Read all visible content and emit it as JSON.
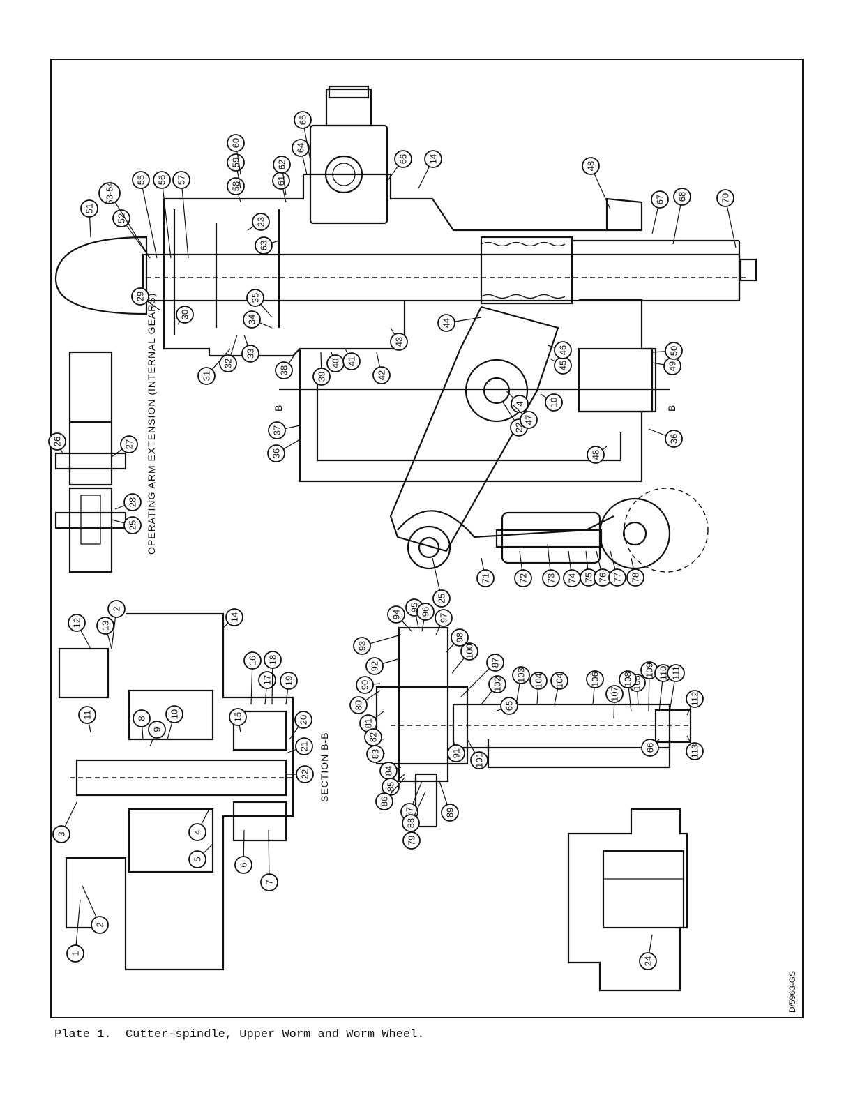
{
  "caption": "Plate 1.  Cutter-spindle, Upper Worm and Worm Wheel.",
  "drawing_number": "D/5963-GS",
  "views": {
    "operating_arm": "OPERATING ARM EXTENSION (INTERNAL GEARS)",
    "section_bb": "SECTION B-B",
    "section_marker": "B"
  },
  "callouts": [
    "1",
    "2",
    "2",
    "3",
    "4",
    "4",
    "5",
    "6",
    "7",
    "8",
    "9",
    "10",
    "10",
    "11",
    "12",
    "13",
    "14",
    "14",
    "15",
    "16",
    "17",
    "18",
    "19",
    "20",
    "21",
    "22",
    "22",
    "23",
    "24",
    "25",
    "25",
    "26",
    "27",
    "28",
    "29",
    "30",
    "31",
    "32",
    "33",
    "34",
    "35",
    "36",
    "36",
    "37",
    "38",
    "39",
    "40",
    "41",
    "42",
    "43",
    "44",
    "45",
    "46",
    "47",
    "48",
    "48",
    "49",
    "50",
    "51",
    "52",
    "53-54",
    "55",
    "56",
    "57",
    "58",
    "59",
    "60",
    "61",
    "62",
    "63",
    "64",
    "65",
    "65",
    "66",
    "66",
    "67",
    "68",
    "70",
    "71",
    "72",
    "73",
    "74",
    "75",
    "76",
    "77",
    "78",
    "79",
    "80",
    "81",
    "82",
    "83",
    "84",
    "85",
    "86",
    "87",
    "87",
    "88",
    "89",
    "90",
    "91",
    "92",
    "93",
    "94",
    "95",
    "96",
    "97",
    "98",
    "100",
    "101",
    "102",
    "103",
    "104",
    "104",
    "105",
    "106",
    "107",
    "108",
    "109",
    "110",
    "111",
    "112",
    "113"
  ]
}
